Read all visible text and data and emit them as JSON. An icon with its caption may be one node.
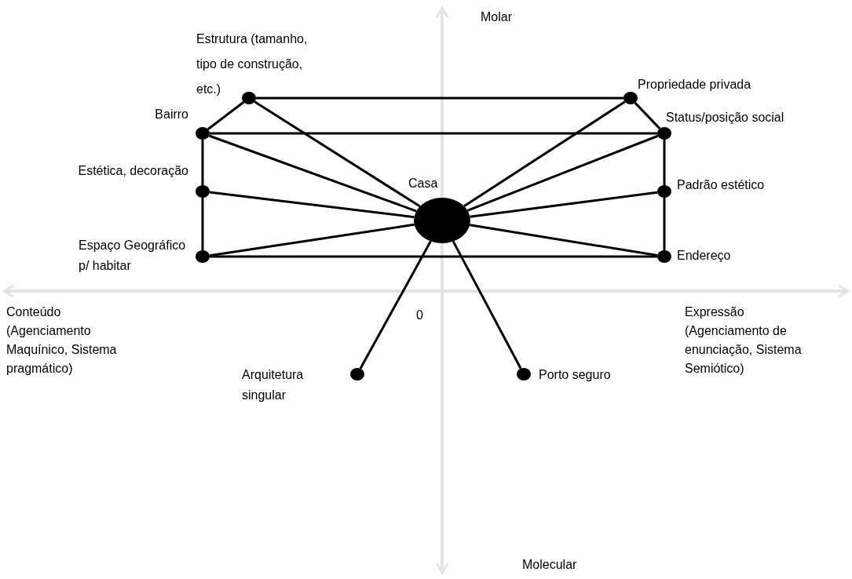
{
  "diagram": {
    "nodes": [
      {
        "text": [],
        "shape": "circle",
        "beside": [
          "Estrutura (tamanho, tipo de construção, etc.)"
        ]
      },
      {
        "text": [],
        "shape": "circle",
        "beside": [
          "Propriedade privada"
        ]
      },
      {
        "text": [],
        "shape": "circle",
        "beside": [
          "Bairro"
        ]
      },
      {
        "text": [],
        "shape": "circle",
        "beside": [
          "Status/posição social"
        ]
      },
      {
        "text": [],
        "shape": "circle",
        "beside": [
          "Estética, decoração"
        ]
      },
      {
        "text": [],
        "shape": "circle",
        "beside": [
          "Padrão estético"
        ]
      },
      {
        "text": [],
        "shape": "circle",
        "beside": [
          "Casa"
        ]
      },
      {
        "text": [],
        "shape": "circle",
        "beside": [
          "Espaço Geográfico p/ habitar"
        ]
      },
      {
        "text": [],
        "shape": "circle",
        "beside": [
          "Endereço"
        ]
      },
      {
        "text": [],
        "shape": "circle",
        "beside": [
          "Arquitetura singular"
        ]
      },
      {
        "text": [],
        "shape": "circle",
        "beside": [
          "Porto seguro"
        ]
      }
    ],
    "edges": [
      {
        "from": 0,
        "to": 1,
        "arrow": "none"
      },
      {
        "from": 2,
        "to": 0,
        "arrow": "none"
      },
      {
        "from": 1,
        "to": 3,
        "arrow": "none"
      },
      {
        "from": 2,
        "to": 3,
        "arrow": "none"
      },
      {
        "from": 2,
        "to": 4,
        "arrow": "none"
      },
      {
        "from": 4,
        "to": 7,
        "arrow": "none"
      },
      {
        "from": 3,
        "to": 5,
        "arrow": "none"
      },
      {
        "from": 5,
        "to": 8,
        "arrow": "none"
      },
      {
        "from": 7,
        "to": 8,
        "arrow": "none"
      },
      {
        "from": 6,
        "to": 0,
        "arrow": "none"
      },
      {
        "from": 6,
        "to": 1,
        "arrow": "none"
      },
      {
        "from": 6,
        "to": 2,
        "arrow": "none"
      },
      {
        "from": 6,
        "to": 3,
        "arrow": "none"
      },
      {
        "from": 6,
        "to": 4,
        "arrow": "none"
      },
      {
        "from": 6,
        "to": 5,
        "arrow": "none"
      },
      {
        "from": 6,
        "to": 7,
        "arrow": "none"
      },
      {
        "from": 6,
        "to": 8,
        "arrow": "none"
      },
      {
        "from": 6,
        "to": 9,
        "arrow": "none"
      },
      {
        "from": 6,
        "to": 10,
        "arrow": "none"
      }
    ],
    "labels": [
      "Molar",
      "Conteúdo (Agenciamento Maquínico, Sistema pragmático)",
      "0",
      "Expressão (Agenciamento de enunciação, Sistema Semiótico)",
      "Molecular"
    ]
  }
}
